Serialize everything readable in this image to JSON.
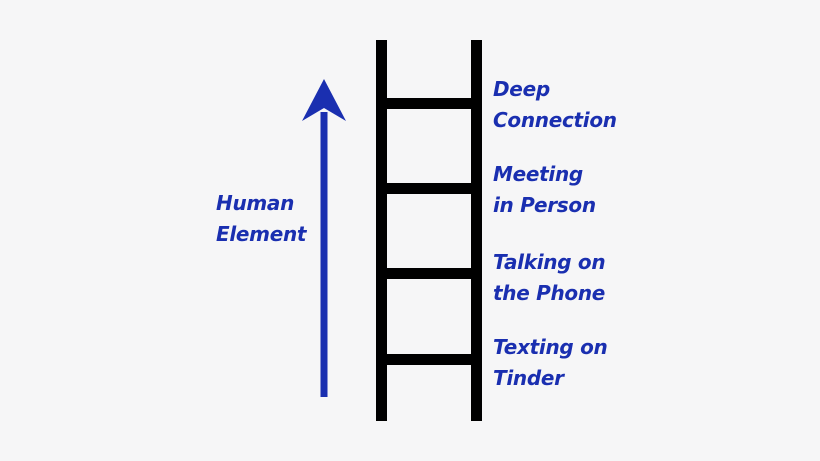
{
  "diagram": {
    "axis_label": [
      "Human",
      "Element"
    ],
    "rungs": [
      {
        "lines": [
          "Deep",
          "Connection"
        ]
      },
      {
        "lines": [
          "Meeting",
          "in Person"
        ]
      },
      {
        "lines": [
          "Talking on",
          "the Phone"
        ]
      },
      {
        "lines": [
          "Texting on",
          "Tinder"
        ]
      }
    ],
    "colors": {
      "text": "#1a2fb0",
      "arrow": "#1a2fb0",
      "ladder": "#000000",
      "background": "#f6f6f7"
    },
    "icons": {
      "arrow": "up-arrow-icon",
      "ladder": "ladder-icon"
    }
  }
}
